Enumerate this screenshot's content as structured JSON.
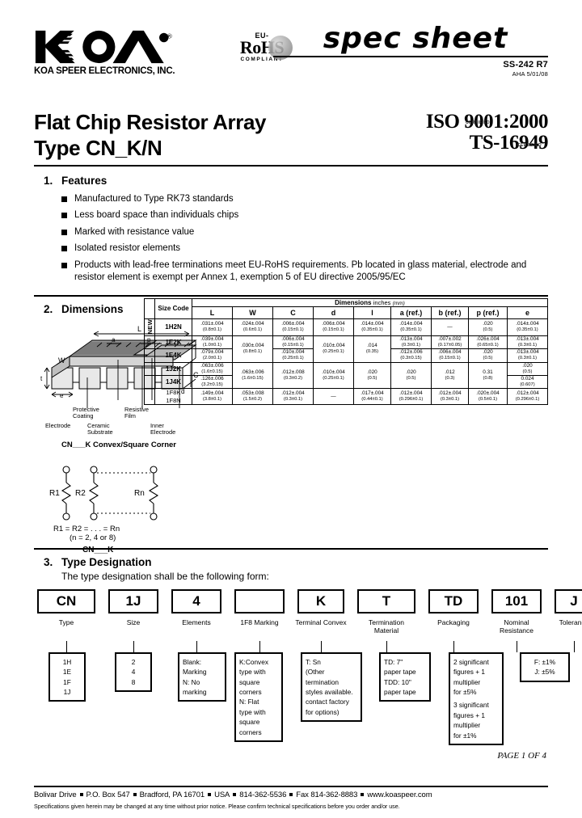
{
  "header": {
    "company": "KOA SPEER ELECTRONICS, INC.",
    "logo_text": "KOA",
    "rohs": {
      "eu": "EU-",
      "main": "RoHS",
      "compliant": "COMPLIANT"
    },
    "spec_sheet": "spec sheet",
    "doc_id": "SS-242 R7",
    "doc_rev": "AHA 5/01/08"
  },
  "title": {
    "line1": "Flat Chip Resistor Array",
    "line2": "Type CN_K/N",
    "iso1": "ISO 9001:2000",
    "iso2": "TS-16949",
    "iso_stamp1": "CERTIFIED",
    "iso_stamp2": "CERTIFIED"
  },
  "features": {
    "num": "1.",
    "heading": "Features",
    "items": [
      "Manufactured to Type RK73 standards",
      "Less board space than individuals chips",
      "Marked with resistance value",
      "Isolated resistor elements",
      "Products with lead-free terminations meet EU-RoHS requirements. Pb located in glass material, electrode and resistor element is exempt per Annex 1, exemption 5 of EU directive 2005/95/EC"
    ]
  },
  "dimensions": {
    "num": "2.",
    "heading": "Dimensions",
    "new_label": "NEW",
    "table": {
      "title": "Dimensions",
      "title_unit": "inches",
      "title_unit2": "(mm)",
      "size_code_header": "Size Code",
      "columns": [
        "L",
        "W",
        "C",
        "d",
        "l",
        "a (ref.)",
        "b (ref.)",
        "p (ref.)",
        "e"
      ],
      "rows": [
        {
          "code": "1H2N",
          "code2": "",
          "new": true,
          "cells": [
            {
              "in": ".031±.004",
              "mm": "(0.8±0.1)"
            },
            {
              "in": ".024±.004",
              "mm": "(0.6±0.1)"
            },
            {
              "in": ".006±.004",
              "mm": "(0.15±0.1)"
            },
            {
              "in": ".006±.004",
              "mm": "(0.15±0.1)"
            },
            {
              "in": ".014±.004",
              "mm": "(0.35±0.1)"
            },
            {
              "in": ".014±.004",
              "mm": "(0.35±0.1)"
            },
            {
              "in": "—",
              "mm": ""
            },
            {
              "in": ".020",
              "mm": "(0.5)"
            },
            {
              "in": ".014±.004",
              "mm": "(0.35±0.1)"
            }
          ]
        },
        {
          "code": "1E2K",
          "code2": "",
          "new": false,
          "cells": [
            {
              "in": ".039±.004",
              "mm": "(1.0±0.1)"
            },
            {
              "in": ".030±.004",
              "mm": "(0.8±0.1)"
            },
            {
              "in": ".006±.004",
              "mm": "(0.15±0.1)"
            },
            {
              "in": ".010±.004",
              "mm": "(0.25±0.1)"
            },
            {
              "in": ".014",
              "mm": "(0.35)"
            },
            {
              "in": ".013±.004",
              "mm": "(0.3±0.1)"
            },
            {
              "in": ".007±.002",
              "mm": "(0.17±0.05)"
            },
            {
              "in": ".026±.004",
              "mm": "(0.65±0.1)"
            },
            {
              "in": ".013±.004",
              "mm": "(0.3±0.1)"
            }
          ]
        },
        {
          "code": "1E4K",
          "code2": "",
          "new": false,
          "cells": [
            {
              "in": ".079±.004",
              "mm": "(2.0±0.1)"
            },
            {
              "in": "",
              "mm": ""
            },
            {
              "in": ".010±.004",
              "mm": "(0.25±0.1)"
            },
            {
              "in": "",
              "mm": ""
            },
            {
              "in": "",
              "mm": ""
            },
            {
              "in": ".012±.006",
              "mm": "(0.3±0.15)"
            },
            {
              "in": ".006±.004",
              "mm": "(0.15±0.1)"
            },
            {
              "in": ".020",
              "mm": "(0.5)"
            },
            {
              "in": ".013±.004",
              "mm": "(0.3±0.1)"
            }
          ]
        },
        {
          "code": "1J2K",
          "code2": "",
          "new": false,
          "cells": [
            {
              "in": ".063±.006",
              "mm": "(1.6±0.15)"
            },
            {
              "in": ".063±.006",
              "mm": "(1.6±0.15)"
            },
            {
              "in": ".012±.008",
              "mm": "(0.3±0.2)"
            },
            {
              "in": ".010±.004",
              "mm": "(0.25±0.1)"
            },
            {
              "in": ".020",
              "mm": "(0.5)"
            },
            {
              "in": ".020",
              "mm": "(0.5)"
            },
            {
              "in": ".012",
              "mm": "(0.3)"
            },
            {
              "in": "0.31",
              "mm": "(0.8)"
            },
            {
              "in": ".020",
              "mm": "(0.5)"
            }
          ]
        },
        {
          "code": "1J4K",
          "code2": "",
          "new": false,
          "cells": [
            {
              "in": ".126±.006",
              "mm": "(3.2±0.15)"
            },
            {
              "in": "",
              "mm": ""
            },
            {
              "in": "",
              "mm": ""
            },
            {
              "in": "",
              "mm": ""
            },
            {
              "in": "",
              "mm": ""
            },
            {
              "in": "",
              "mm": ""
            },
            {
              "in": "",
              "mm": ""
            },
            {
              "in": "",
              "mm": ""
            },
            {
              "in": "0.024",
              "mm": "(0.607)"
            }
          ]
        },
        {
          "code": "1F8K",
          "code2": "1F8N",
          "new": false,
          "cells": [
            {
              "in": ".149±.004",
              "mm": "(3.8±0.1)"
            },
            {
              "in": ".053±.008",
              "mm": "(1.5±0.2)"
            },
            {
              "in": ".012±.004",
              "mm": "(0.3±0.1)"
            },
            {
              "in": "—",
              "mm": ""
            },
            {
              "in": ".017±.004",
              "mm": "(0.44±0.1)"
            },
            {
              "in": ".012±.004",
              "mm": "(0.296±0.1)"
            },
            {
              "in": ".012±.004",
              "mm": "(0.3±0.1)"
            },
            {
              "in": ".020±.004",
              "mm": "(0.5±0.1)"
            },
            {
              "in": ".012±.004",
              "mm": "(0.296±0.1)"
            }
          ]
        }
      ]
    },
    "package_drawing": {
      "labels": {
        "L": "L",
        "W": "W",
        "C": "C",
        "d": "d",
        "a": "a",
        "p": "p",
        "e": "e",
        "t": "t",
        "b": "b",
        "electrode": "Electrode",
        "protective_coating": "Protective Coating",
        "ceramic_substrate": "Ceramic Substrate",
        "resistive_film": "Resistive Film",
        "inner_electrode": "Inner Electrode"
      },
      "caption": "CN___K Convex/Square Corner"
    },
    "circuit": {
      "r1": "R1",
      "r2": "R2",
      "rn": "Rn",
      "eq": "R1 = R2 = . . . = Rn",
      "n": "(n = 2, 4 or 8)",
      "caption": "CN___K"
    }
  },
  "type_designation": {
    "num": "3.",
    "heading": "Type Designation",
    "subtitle": "The type designation shall be the following form:",
    "boxes": [
      {
        "value": "CN",
        "label": "Type"
      },
      {
        "value": "1J",
        "label": "Size"
      },
      {
        "value": "4",
        "label": "Elements"
      },
      {
        "value": "",
        "label": "1F8 Marking"
      },
      {
        "value": "K",
        "label": "Terminal Convex"
      },
      {
        "value": "T",
        "label": "Termination Material"
      },
      {
        "value": "TD",
        "label": "Packaging"
      },
      {
        "value": "101",
        "label": "Nominal Resistance"
      },
      {
        "value": "J",
        "label": "Tolerance"
      }
    ],
    "details": {
      "size": [
        "1H",
        "1E",
        "1F",
        "1J"
      ],
      "elements": [
        "2",
        "4",
        "8"
      ],
      "marking": [
        "Blank:",
        "Marking",
        "N: No",
        "marking"
      ],
      "terminal": [
        "K:Convex",
        "type with",
        "square",
        "corners",
        "N: Flat",
        "type with",
        "square",
        "corners"
      ],
      "termination": [
        "T:  Sn",
        "(Other",
        "termination",
        "styles available.",
        "contact factory",
        "for options)"
      ],
      "packaging": [
        "TD: 7\"",
        "paper tape",
        "TDD: 10\"",
        "paper tape"
      ],
      "resistance": [
        "2 significant",
        "figures + 1",
        "multiplier",
        "for ±5%",
        "3 significant",
        "figures + 1",
        "multiplier",
        "for ±1%"
      ],
      "tolerance": [
        "F: ±1%",
        "J: ±5%"
      ]
    },
    "page_of": "PAGE 1 OF 4"
  },
  "footer": {
    "address_parts": [
      "Bolivar Drive",
      "P.O. Box 547",
      "Bradford, PA 16701",
      "USA",
      "814-362-5536",
      "Fax 814-362-8883",
      "www.koaspeer.com"
    ],
    "note": "Specifications given herein may be changed at any time without prior notice. Please confirm technical specifications before you order and/or use."
  }
}
